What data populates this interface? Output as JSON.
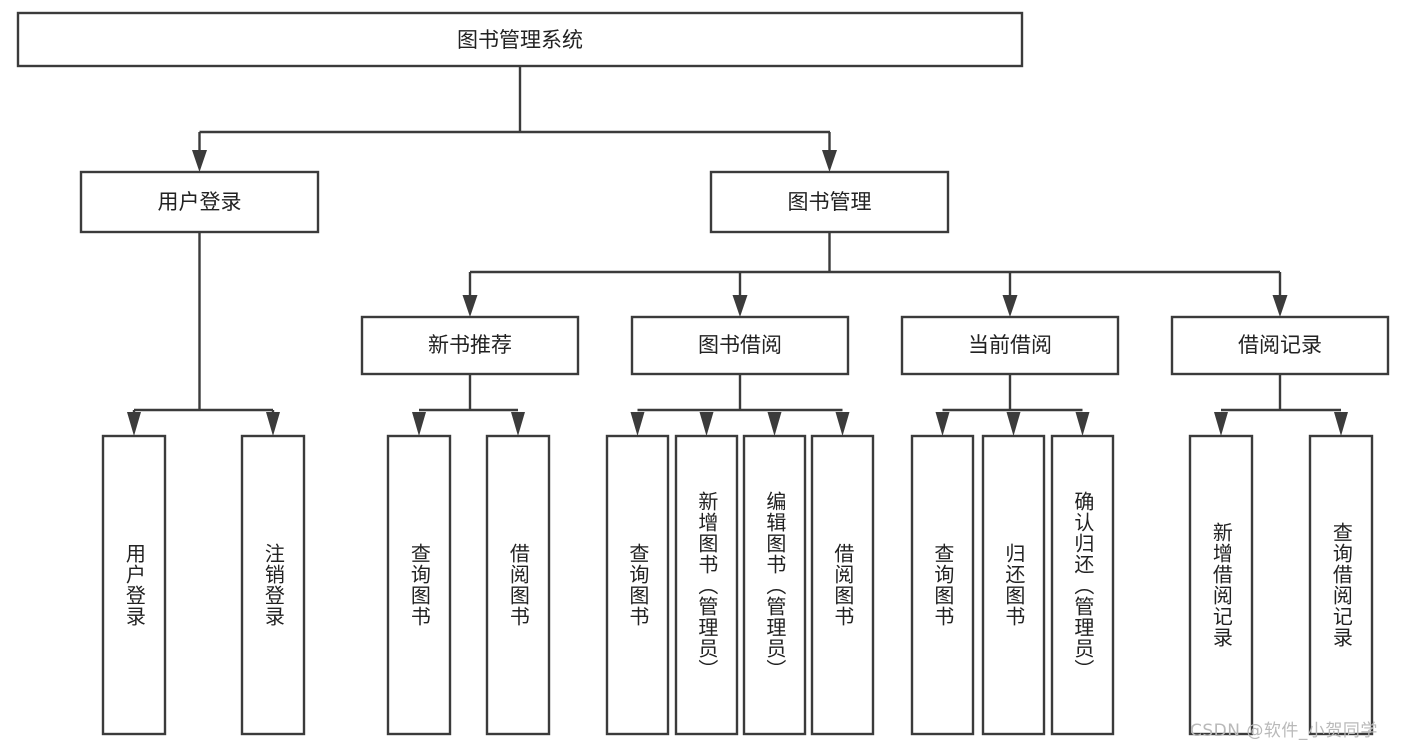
{
  "diagram": {
    "type": "tree-hierarchy",
    "title_node": {
      "id": "root",
      "label": "图书管理系统"
    },
    "level1": [
      {
        "id": "login",
        "label": "用户登录"
      },
      {
        "id": "bookmgmt",
        "label": "图书管理"
      }
    ],
    "level2": [
      {
        "id": "newbook",
        "label": "新书推荐",
        "parent": "bookmgmt"
      },
      {
        "id": "borrow",
        "label": "图书借阅",
        "parent": "bookmgmt"
      },
      {
        "id": "current",
        "label": "当前借阅",
        "parent": "bookmgmt"
      },
      {
        "id": "record",
        "label": "借阅记录",
        "parent": "bookmgmt"
      }
    ],
    "leaves": {
      "login": [
        {
          "id": "leaf-user-login",
          "label": "用户登录"
        },
        {
          "id": "leaf-user-logout",
          "label": "注销登录"
        }
      ],
      "newbook": [
        {
          "id": "leaf-query-book-1",
          "label": "查询图书"
        },
        {
          "id": "leaf-borrow-book-1",
          "label": "借阅图书"
        }
      ],
      "borrow": [
        {
          "id": "leaf-query-book-2",
          "label": "查询图书"
        },
        {
          "id": "leaf-add-book",
          "label": "新增图书（管理员）"
        },
        {
          "id": "leaf-edit-book",
          "label": "编辑图书（管理员）"
        },
        {
          "id": "leaf-borrow-book-2",
          "label": "借阅图书"
        }
      ],
      "current": [
        {
          "id": "leaf-query-book-3",
          "label": "查询图书"
        },
        {
          "id": "leaf-return-book",
          "label": "归还图书"
        },
        {
          "id": "leaf-confirm-return",
          "label": "确认归还（管理员）"
        }
      ],
      "record": [
        {
          "id": "leaf-add-record",
          "label": "新增借阅记录"
        },
        {
          "id": "leaf-query-record",
          "label": "查询借阅记录"
        }
      ]
    }
  },
  "watermark": {
    "text": "CSDN @软件_小贺同学"
  },
  "colors": {
    "stroke": "#3b3b3b",
    "box_fill": "#ffffff",
    "text": "#222222",
    "watermark": "#b9b9b9",
    "background": "#ffffff"
  }
}
